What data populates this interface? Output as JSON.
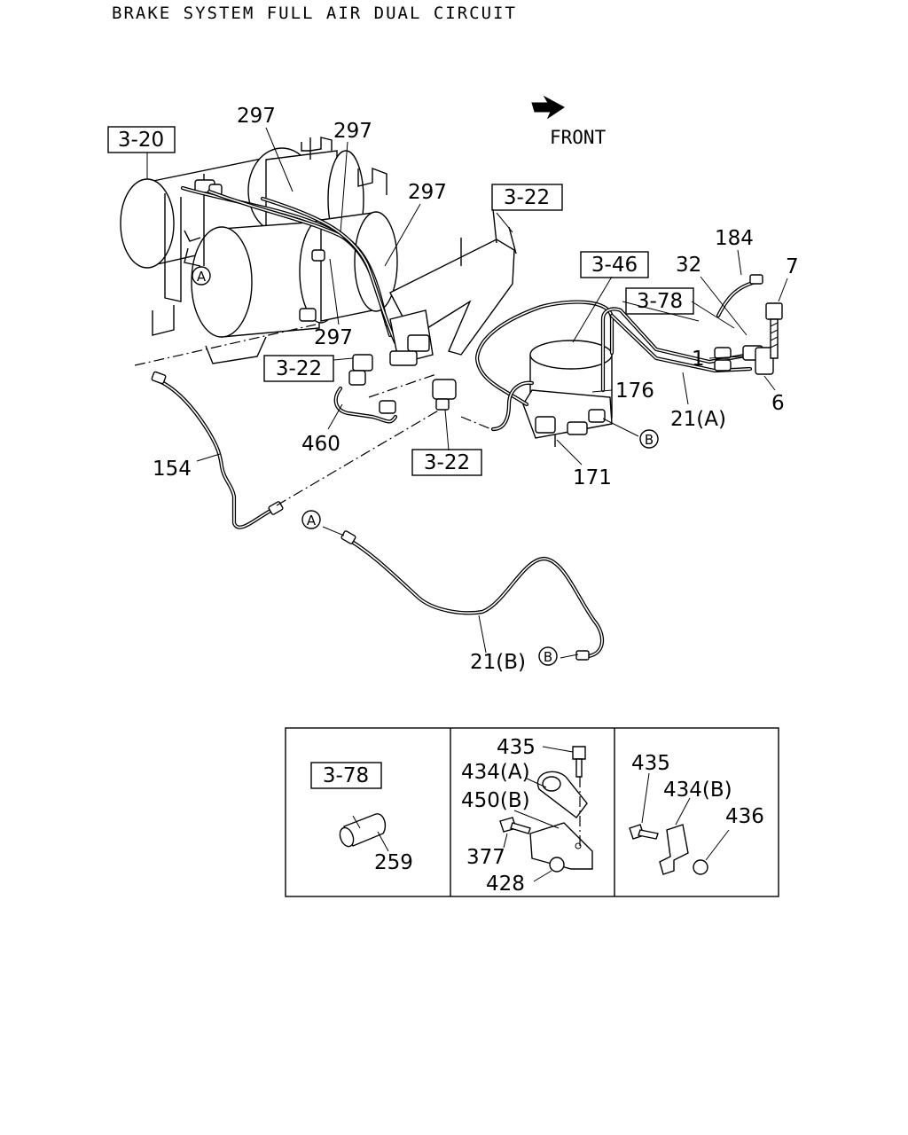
{
  "title": "BRAKE SYSTEM FULL AIR DUAL CIRCUIT",
  "orientation": {
    "label": "FRONT",
    "icon": "front-arrow-icon"
  },
  "main_refs": [
    "3-20",
    "3-22",
    "3-46",
    "3-78",
    "3-22",
    "3-22"
  ],
  "main_callouts": [
    "297",
    "297",
    "297",
    "297",
    "184",
    "32",
    "7",
    "1",
    "6",
    "176",
    "21(A)",
    "171",
    "460",
    "154",
    "21(B)"
  ],
  "connectors": [
    "A",
    "A",
    "B",
    "B"
  ],
  "detail_panels": [
    {
      "refs": [
        "3-78"
      ],
      "callouts": [
        "259"
      ]
    },
    {
      "refs": [],
      "callouts": [
        "435",
        "434(A)",
        "450(B)",
        "377",
        "428"
      ]
    },
    {
      "refs": [],
      "callouts": [
        "435",
        "434(B)",
        "436"
      ]
    }
  ]
}
